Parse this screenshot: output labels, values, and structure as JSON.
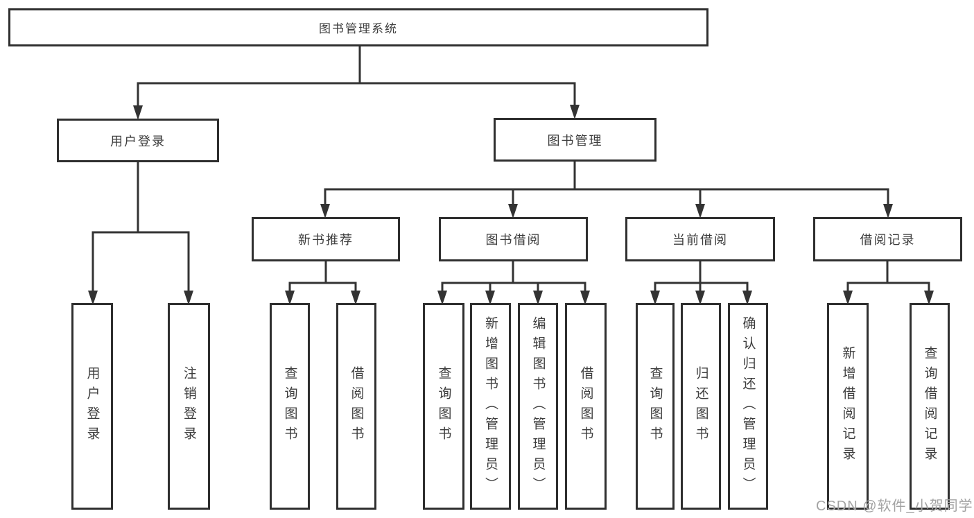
{
  "diagram": {
    "root": {
      "label": "图书管理系统"
    },
    "level2": {
      "user_login": {
        "label": "用户登录"
      },
      "book_mgmt": {
        "label": "图书管理"
      }
    },
    "level3": {
      "new_book": {
        "label": "新书推荐"
      },
      "borrow": {
        "label": "图书借阅"
      },
      "current": {
        "label": "当前借阅"
      },
      "records": {
        "label": "借阅记录"
      }
    },
    "leaves": {
      "user_login": {
        "label": "用户登录"
      },
      "logout": {
        "label": "注销登录"
      },
      "nb_query": {
        "label": "查询图书"
      },
      "nb_borrow": {
        "label": "借阅图书"
      },
      "bb_query": {
        "label": "查询图书"
      },
      "bb_add": {
        "label": "新增图书（管理员）"
      },
      "bb_edit": {
        "label": "编辑图书（管理员）"
      },
      "bb_borrow": {
        "label": "借阅图书"
      },
      "cb_query": {
        "label": "查询图书"
      },
      "cb_return": {
        "label": "归还图书"
      },
      "cb_confirm": {
        "label": "确认归还（管理员）"
      },
      "rec_add": {
        "label": "新增借阅记录"
      },
      "rec_query": {
        "label": "查询借阅记录"
      }
    }
  },
  "watermark": {
    "text": "CSDN @软件_小贺同学"
  },
  "colors": {
    "background": "#ffffff",
    "line": "#333333",
    "border": "#2f2f2f",
    "text": "#3d3d3d",
    "watermark": "#a3a3a3"
  }
}
